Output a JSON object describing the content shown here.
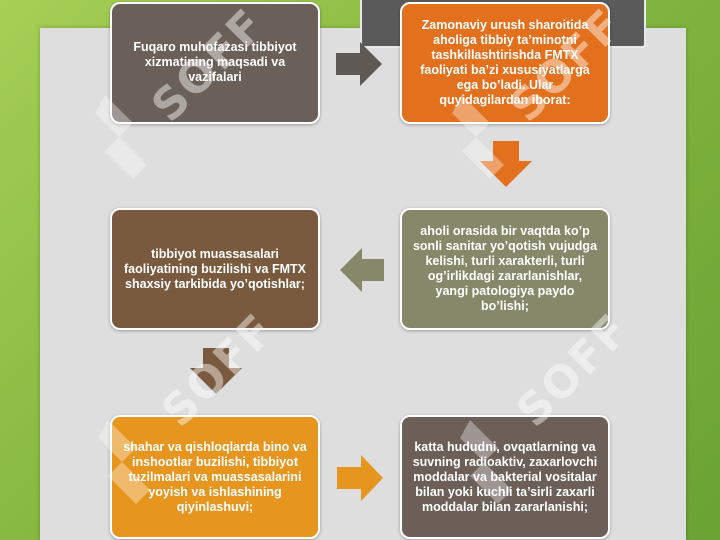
{
  "diagram": {
    "box1": "Fuqaro muhofazasi tibbiyot xizmatining  maqsadi va vazifalari",
    "box2": "Zamonaviy urush sharoitida aholiga tibbiy ta’minotni tashkillashtirishda FMTX faoliyati ba’zi xususiyatlarga ega bo’ladi. Ular quyidagilardan iborat:",
    "box3": "aholi orasida bir vaqtda ko’p sonli sanitar yo’qotish vujudga kelishi, turli xarakterli, turli og’irlikdagi zararlanishlar,  yangi patologiya paydo bo’lishi;",
    "box4": "tibbiyot muassasalari faoliyatining buzilishi va FMTX shaxsiy tarkibida yo’qotishlar;",
    "box5": "shahar va qishloqlarda bino va inshootlar buzilishi, tibbiyot tuzilmalari va muassasalarini yoyish va ishlashining qiyinlashuvi;",
    "box6": "katta hududni, ovqatlarning va suvning radioaktiv, zaxarlovchi moddalar va bakterial vositalar bilan yoki kuchli ta’sirli zaxarli moddalar bilan zararlanishi;"
  },
  "watermark": {
    "text": "SOFF"
  },
  "colors": {
    "background": "#8fc24a",
    "box1": "#6b6059",
    "box2": "#e3701c",
    "box3": "#85896a",
    "box4": "#7a5a3e",
    "box5": "#e6951e",
    "box6": "#6b5f58"
  }
}
